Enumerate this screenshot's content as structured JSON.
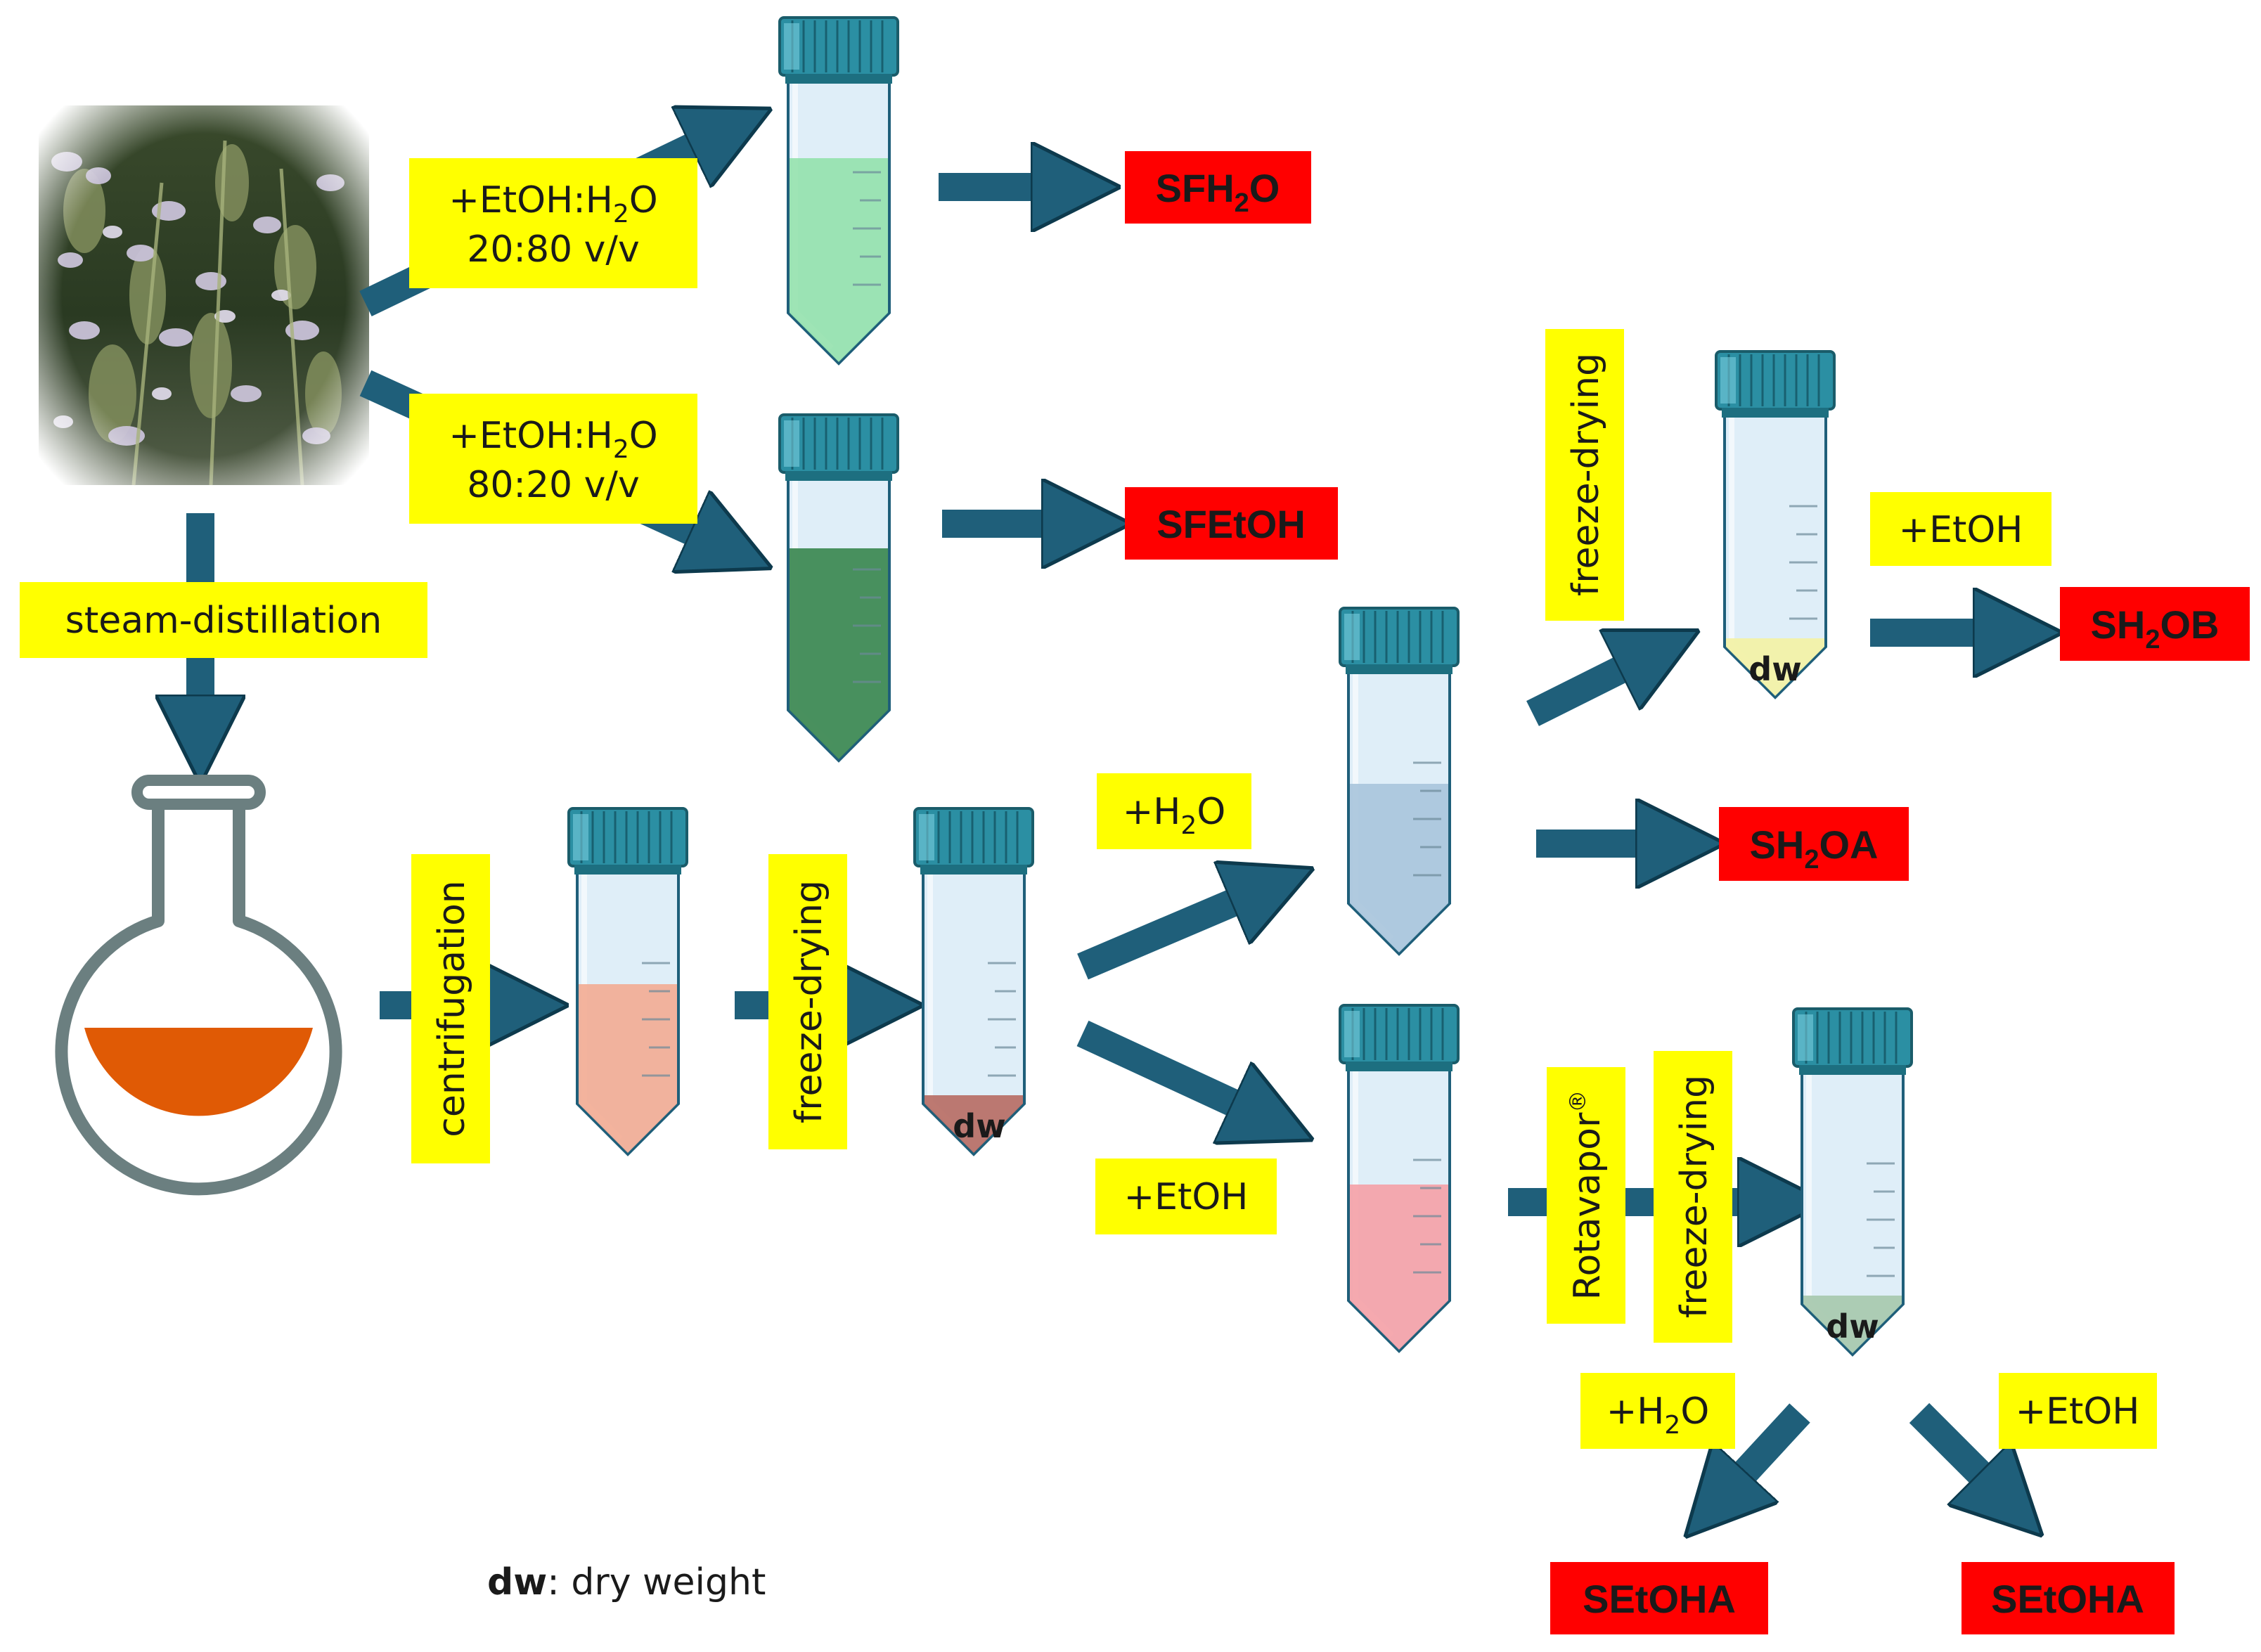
{
  "colors": {
    "arrow": "#1f5f7a",
    "label_bg": "#ffff00",
    "output_bg": "#ff0000",
    "cap": "#2b8fa3",
    "tube_glass": "#dfeef8",
    "flask_outline": "#6b7f80",
    "flask_liquid": "#e05a05"
  },
  "image": {
    "label": "plant-photo"
  },
  "labels": {
    "water_extraction_line1": "+EtOH:H",
    "water_extraction_sub": "2",
    "water_extraction_end": "O",
    "water_extraction_ratio": "20:80 v/v",
    "ethanol_extraction_line1": "+EtOH:H",
    "ethanol_extraction_sub": "2",
    "ethanol_extraction_end": "O",
    "ethanol_extraction_ratio": "80:20 v/v",
    "steam_distillation": "steam-distillation",
    "centrifugation": "centrifugation",
    "freeze_drying_1": "freeze-drying",
    "freeze_drying_2": "freeze-drying",
    "freeze_drying_3": "freeze-drying",
    "add_water_main": "+H",
    "add_water_sub": "2",
    "add_water_end": "O",
    "add_ethanol_main": "+EtOH",
    "add_ethanol_top": "+EtOH",
    "rotavapor": "Rotavapor",
    "rotavapor_mark": "®",
    "add_water_bottom_main": "+H",
    "add_water_bottom_sub": "2",
    "add_water_bottom_end": "O",
    "add_ethanol_bottom": "+EtOH"
  },
  "outputs": {
    "sfh2o_main": "SFH",
    "sfh2o_sub": "2",
    "sfh2o_end": "O",
    "sfetoh": "SFEtOH",
    "sh2ob_main": "SH",
    "sh2ob_sub": "2",
    "sh2ob_end": "OB",
    "sh2oa_main": "SH",
    "sh2oa_sub": "2",
    "sh2oa_end": "OA",
    "setoha_left": "SEtOHA",
    "setoha_right": "SEtOHA"
  },
  "dw": {
    "tube_dry_1": "dw",
    "tube_top_right": "dw",
    "tube_bottom_right": "dw"
  },
  "note": {
    "term": "dw",
    "definition": ": dry weight"
  },
  "tube_liquids": {
    "tube_sfh2o": "#8fe0a8",
    "tube_sfetoh": "#3f8a55",
    "tube_centrifuged": "#f3ab92",
    "tube_dry_1": "#b76a62",
    "tube_water": "#a9c4dc",
    "tube_ethanol": "#f5a0a6",
    "tube_top_right": "#f2f1a8",
    "tube_bottom_right": "#a9c9b0"
  }
}
